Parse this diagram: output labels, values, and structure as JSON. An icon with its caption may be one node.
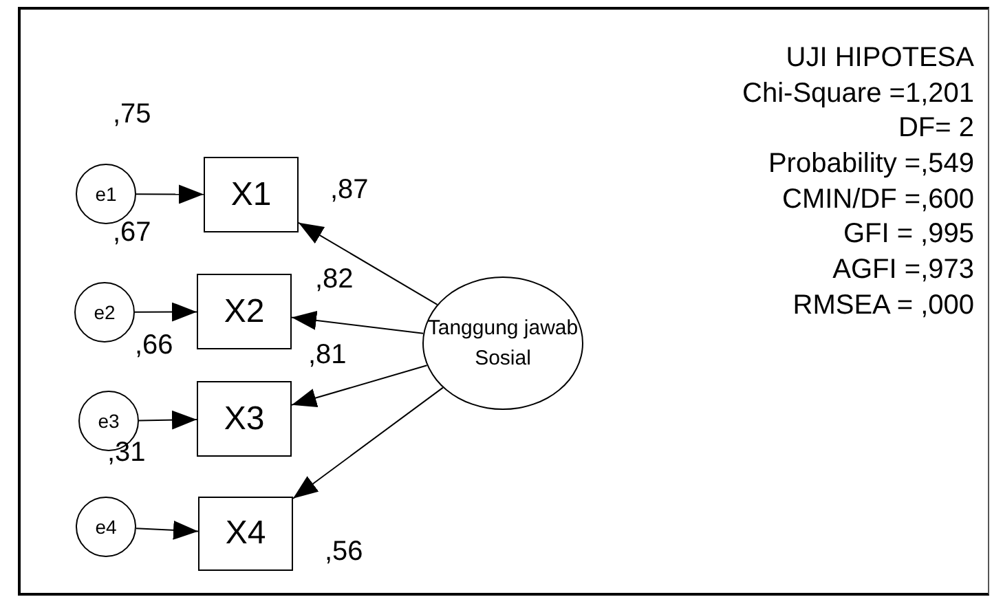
{
  "diagram": {
    "title": "UJI HIPOTESA",
    "nodes": [
      {
        "text": [
          "e1"
        ]
      },
      {
        "text": [
          "X1"
        ]
      },
      {
        "text": [
          "e2"
        ]
      },
      {
        "text": [
          "X2"
        ]
      },
      {
        "text": [
          "e3"
        ]
      },
      {
        "text": [
          "X3"
        ]
      },
      {
        "text": [
          "e4"
        ]
      },
      {
        "text": [
          "X4"
        ]
      },
      {
        "text": [
          "Tanggung jawab Sosial"
        ]
      }
    ],
    "edges": [
      {
        "from": 0,
        "to": 1,
        "arrow": "to"
      },
      {
        "from": 2,
        "to": 3,
        "arrow": "to"
      },
      {
        "from": 4,
        "to": 5,
        "arrow": "to"
      },
      {
        "from": 6,
        "to": 7,
        "arrow": "to"
      },
      {
        "from": 8,
        "to": 1,
        "arrow": "to"
      },
      {
        "from": 8,
        "to": 3,
        "arrow": "to"
      },
      {
        "from": 8,
        "to": 5,
        "arrow": "to"
      },
      {
        "from": 8,
        "to": 7,
        "arrow": "to"
      }
    ],
    "labels": [
      ",75",
      ",87",
      ",67",
      ",82",
      ",66",
      ",81",
      ",31",
      ",56",
      "Chi-Square =1,201",
      "DF= 2",
      "Probability =,549",
      "CMIN/DF =,600",
      "GFI = ,995",
      "AGFI =,973",
      "RMSEA = ,000"
    ]
  }
}
